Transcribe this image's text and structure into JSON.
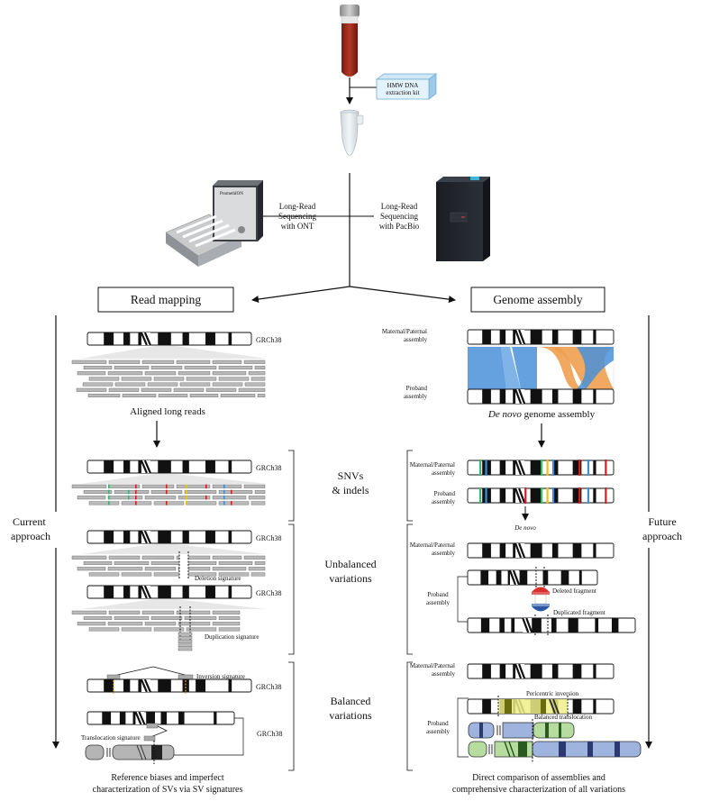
{
  "top": {
    "kit_label_line1": "HMW DNA",
    "kit_label_line2": "extraction kit",
    "ont_label_line1": "Long-Read",
    "ont_label_line2": "Sequencing",
    "ont_label_line3": "with ONT",
    "pacbio_label_line1": "Long-Read",
    "pacbio_label_line2": "Sequencing",
    "pacbio_label_line3": "with PacBio",
    "device_brand": "PromethION"
  },
  "left": {
    "box_title": "Read mapping",
    "ref_label": "GRCh38",
    "aligned_reads": "Aligned long reads",
    "deletion_signature": "Deletion signature",
    "duplication_signature": "Duplication signature",
    "inversion_signature": "Inversion signature",
    "translocation_signature": "Translocation signature",
    "bottom_line1": "Reference biases and imperfect",
    "bottom_line2": "characterization of SVs via SV signatures",
    "side_line1": "Current",
    "side_line2": "approach"
  },
  "middle": {
    "snv_line1": "SNVs",
    "snv_line2": "& indels",
    "unbal_line1": "Unbalanced",
    "unbal_line2": "variations",
    "bal_line1": "Balanced",
    "bal_line2": "variations"
  },
  "right": {
    "box_title": "Genome assembly",
    "maternal_line1": "Maternal/Paternal",
    "maternal_line2": "assembly",
    "proband_line1": "Proband",
    "proband_line2": "assembly",
    "de_novo_italic": "De novo",
    "genome_assembly_rest": " genome assembly",
    "de_novo_label": "De novo",
    "deleted_fragment": "Deleted fragment",
    "duplicated_fragment": "Duplicated fragment",
    "pericentric_inversion": "Pericentric inversion",
    "balanced_translocation": "Balanced translocation",
    "bottom_line1": "Direct comparison of assemblies and",
    "bottom_line2": "comprehensive characterization of all variations",
    "side_line1": "Future",
    "side_line2": "approach"
  },
  "colors": {
    "blue_band": "#4a90d9",
    "orange_band": "#f0a050",
    "snv_green": "#3cb371",
    "snv_red": "#d42020",
    "snv_yellow": "#e8c020",
    "snv_blue": "#3a8fd6",
    "inversion_yellow": "#eeee88",
    "trans_blue": "#9fb3df",
    "trans_green": "#b6dca0",
    "tube_red": "#9c2a1a"
  }
}
